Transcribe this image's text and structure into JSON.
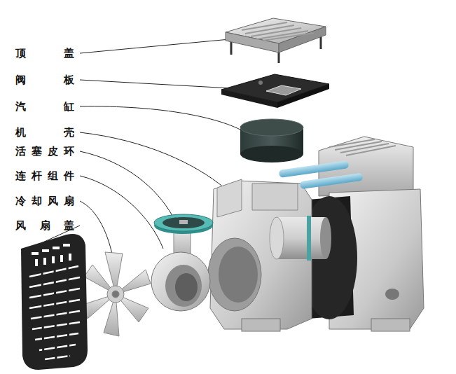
{
  "diagram": {
    "labels": [
      "顶盖",
      "阀板",
      "汽缸",
      "机壳",
      "活塞皮环",
      "连杆组件",
      "冷却风扇",
      "风扇盖"
    ]
  }
}
